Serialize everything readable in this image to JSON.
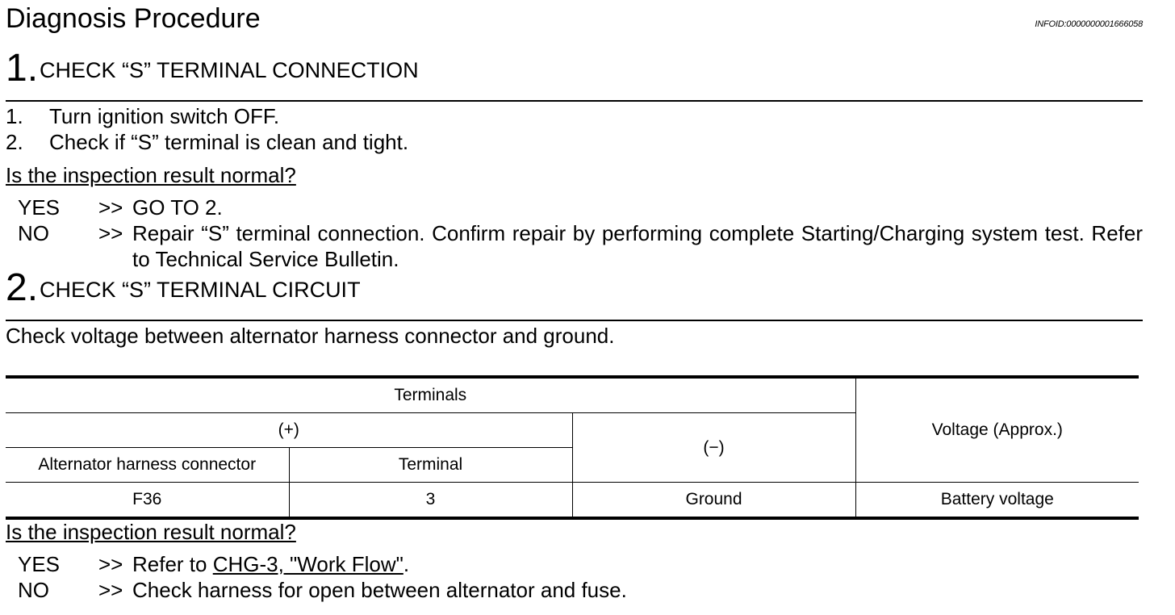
{
  "header": {
    "title": "Diagnosis Procedure",
    "info_id": "INFOID:0000000001666058"
  },
  "step1": {
    "number": "1.",
    "title": "CHECK “S” TERMINAL CONNECTION",
    "instructions": [
      {
        "num": "1.",
        "text": "Turn ignition switch OFF."
      },
      {
        "num": "2.",
        "text": "Check if “S” terminal is clean and tight."
      }
    ],
    "question": "Is the inspection result normal?",
    "yes_key": "YES",
    "yes_arrow": ">>",
    "yes_text": "GO TO 2.",
    "no_key": "NO",
    "no_arrow": ">>",
    "no_text": "Repair “S” terminal connection. Confirm repair by performing complete Starting/Charging system test. Refer to Technical Service Bulletin."
  },
  "step2": {
    "number": "2.",
    "title": "CHECK “S” TERMINAL CIRCUIT",
    "instruction": "Check voltage between alternator harness connector and ground.",
    "table": {
      "header_terminals": "Terminals",
      "header_plus": "(+)",
      "header_minus": "(−)",
      "header_voltage": "Voltage (Approx.)",
      "header_connector": "Alternator harness connector",
      "header_terminal": "Terminal",
      "row": {
        "connector": "F36",
        "terminal": "3",
        "minus": "Ground",
        "voltage": "Battery voltage"
      }
    },
    "question": "Is the inspection result normal?",
    "yes_key": "YES",
    "yes_arrow": ">>",
    "yes_prefix": "Refer to ",
    "yes_link": "CHG-3, \"Work Flow\"",
    "yes_suffix": ".",
    "no_key": "NO",
    "no_arrow": ">>",
    "no_text": "Check harness for open between alternator and fuse."
  }
}
